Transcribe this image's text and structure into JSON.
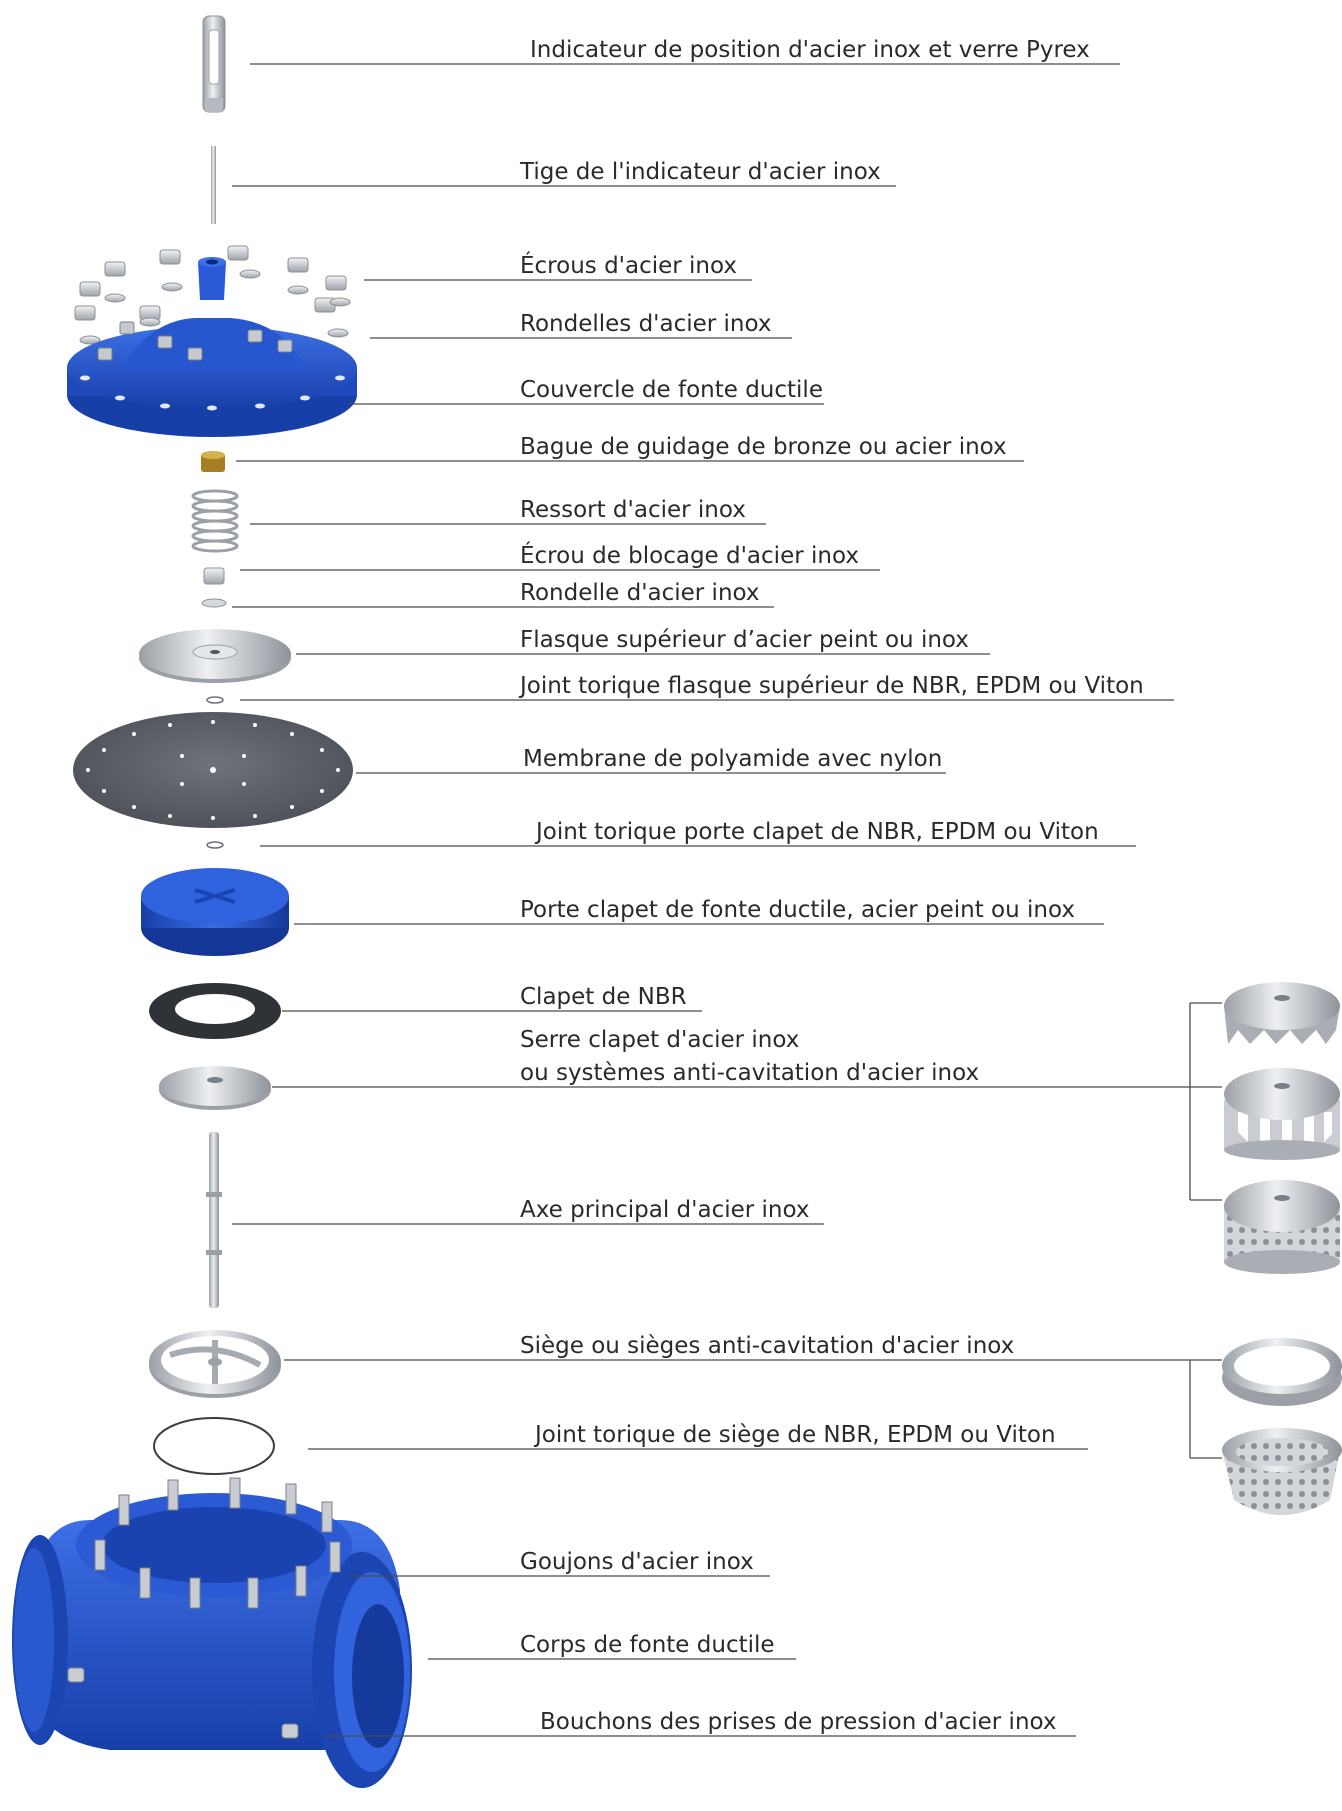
{
  "diagram": {
    "parts": [
      {
        "id": "indicateur",
        "label": "Indicateur de position d'acier inox et verre Pyrex"
      },
      {
        "id": "tige",
        "label": "Tige de l'indicateur d'acier inox"
      },
      {
        "id": "ecrous",
        "label": "Écrous d'acier inox"
      },
      {
        "id": "rondelles",
        "label": "Rondelles d'acier inox"
      },
      {
        "id": "couvercle",
        "label": "Couvercle de fonte ductile"
      },
      {
        "id": "bague",
        "label": "Bague de guidage de bronze ou acier inox"
      },
      {
        "id": "ressort",
        "label": "Ressort d'acier inox"
      },
      {
        "id": "ecrou-blocage",
        "label": "Écrou de blocage d'acier inox"
      },
      {
        "id": "rondelle",
        "label": "Rondelle d'acier inox"
      },
      {
        "id": "flasque",
        "label": "Flasque supérieur d’acier peint ou inox"
      },
      {
        "id": "joint-flasque",
        "label": "Joint torique flasque supérieur de NBR, EPDM ou Viton"
      },
      {
        "id": "membrane",
        "label": "Membrane de polyamide avec nylon"
      },
      {
        "id": "joint-porte-clapet",
        "label": "Joint torique porte clapet de NBR, EPDM ou Viton"
      },
      {
        "id": "porte-clapet",
        "label": "Porte clapet de fonte ductile, acier peint ou inox"
      },
      {
        "id": "clapet",
        "label": "Clapet de NBR"
      },
      {
        "id": "serre-clapet-1",
        "label": "Serre clapet d'acier inox"
      },
      {
        "id": "serre-clapet-2",
        "label": "ou systèmes anti-cavitation d'acier inox"
      },
      {
        "id": "axe",
        "label": "Axe principal d'acier inox"
      },
      {
        "id": "siege",
        "label": "Siège ou sièges anti-cavitation d'acier inox"
      },
      {
        "id": "joint-siege",
        "label": "Joint torique de siège de NBR, EPDM ou Viton"
      },
      {
        "id": "goujons",
        "label": "Goujons d'acier inox"
      },
      {
        "id": "corps",
        "label": "Corps de fonte ductile"
      },
      {
        "id": "bouchons",
        "label": "Bouchons des prises de pression d'acier inox"
      }
    ],
    "colors": {
      "ductile_iron_blue": "#1f4fc4",
      "steel": "#c9cdd2",
      "rubber": "#3b3f44",
      "membrane": "#5c6068",
      "bronze": "#b8902a",
      "leader_line": "#4a4a4a"
    }
  }
}
